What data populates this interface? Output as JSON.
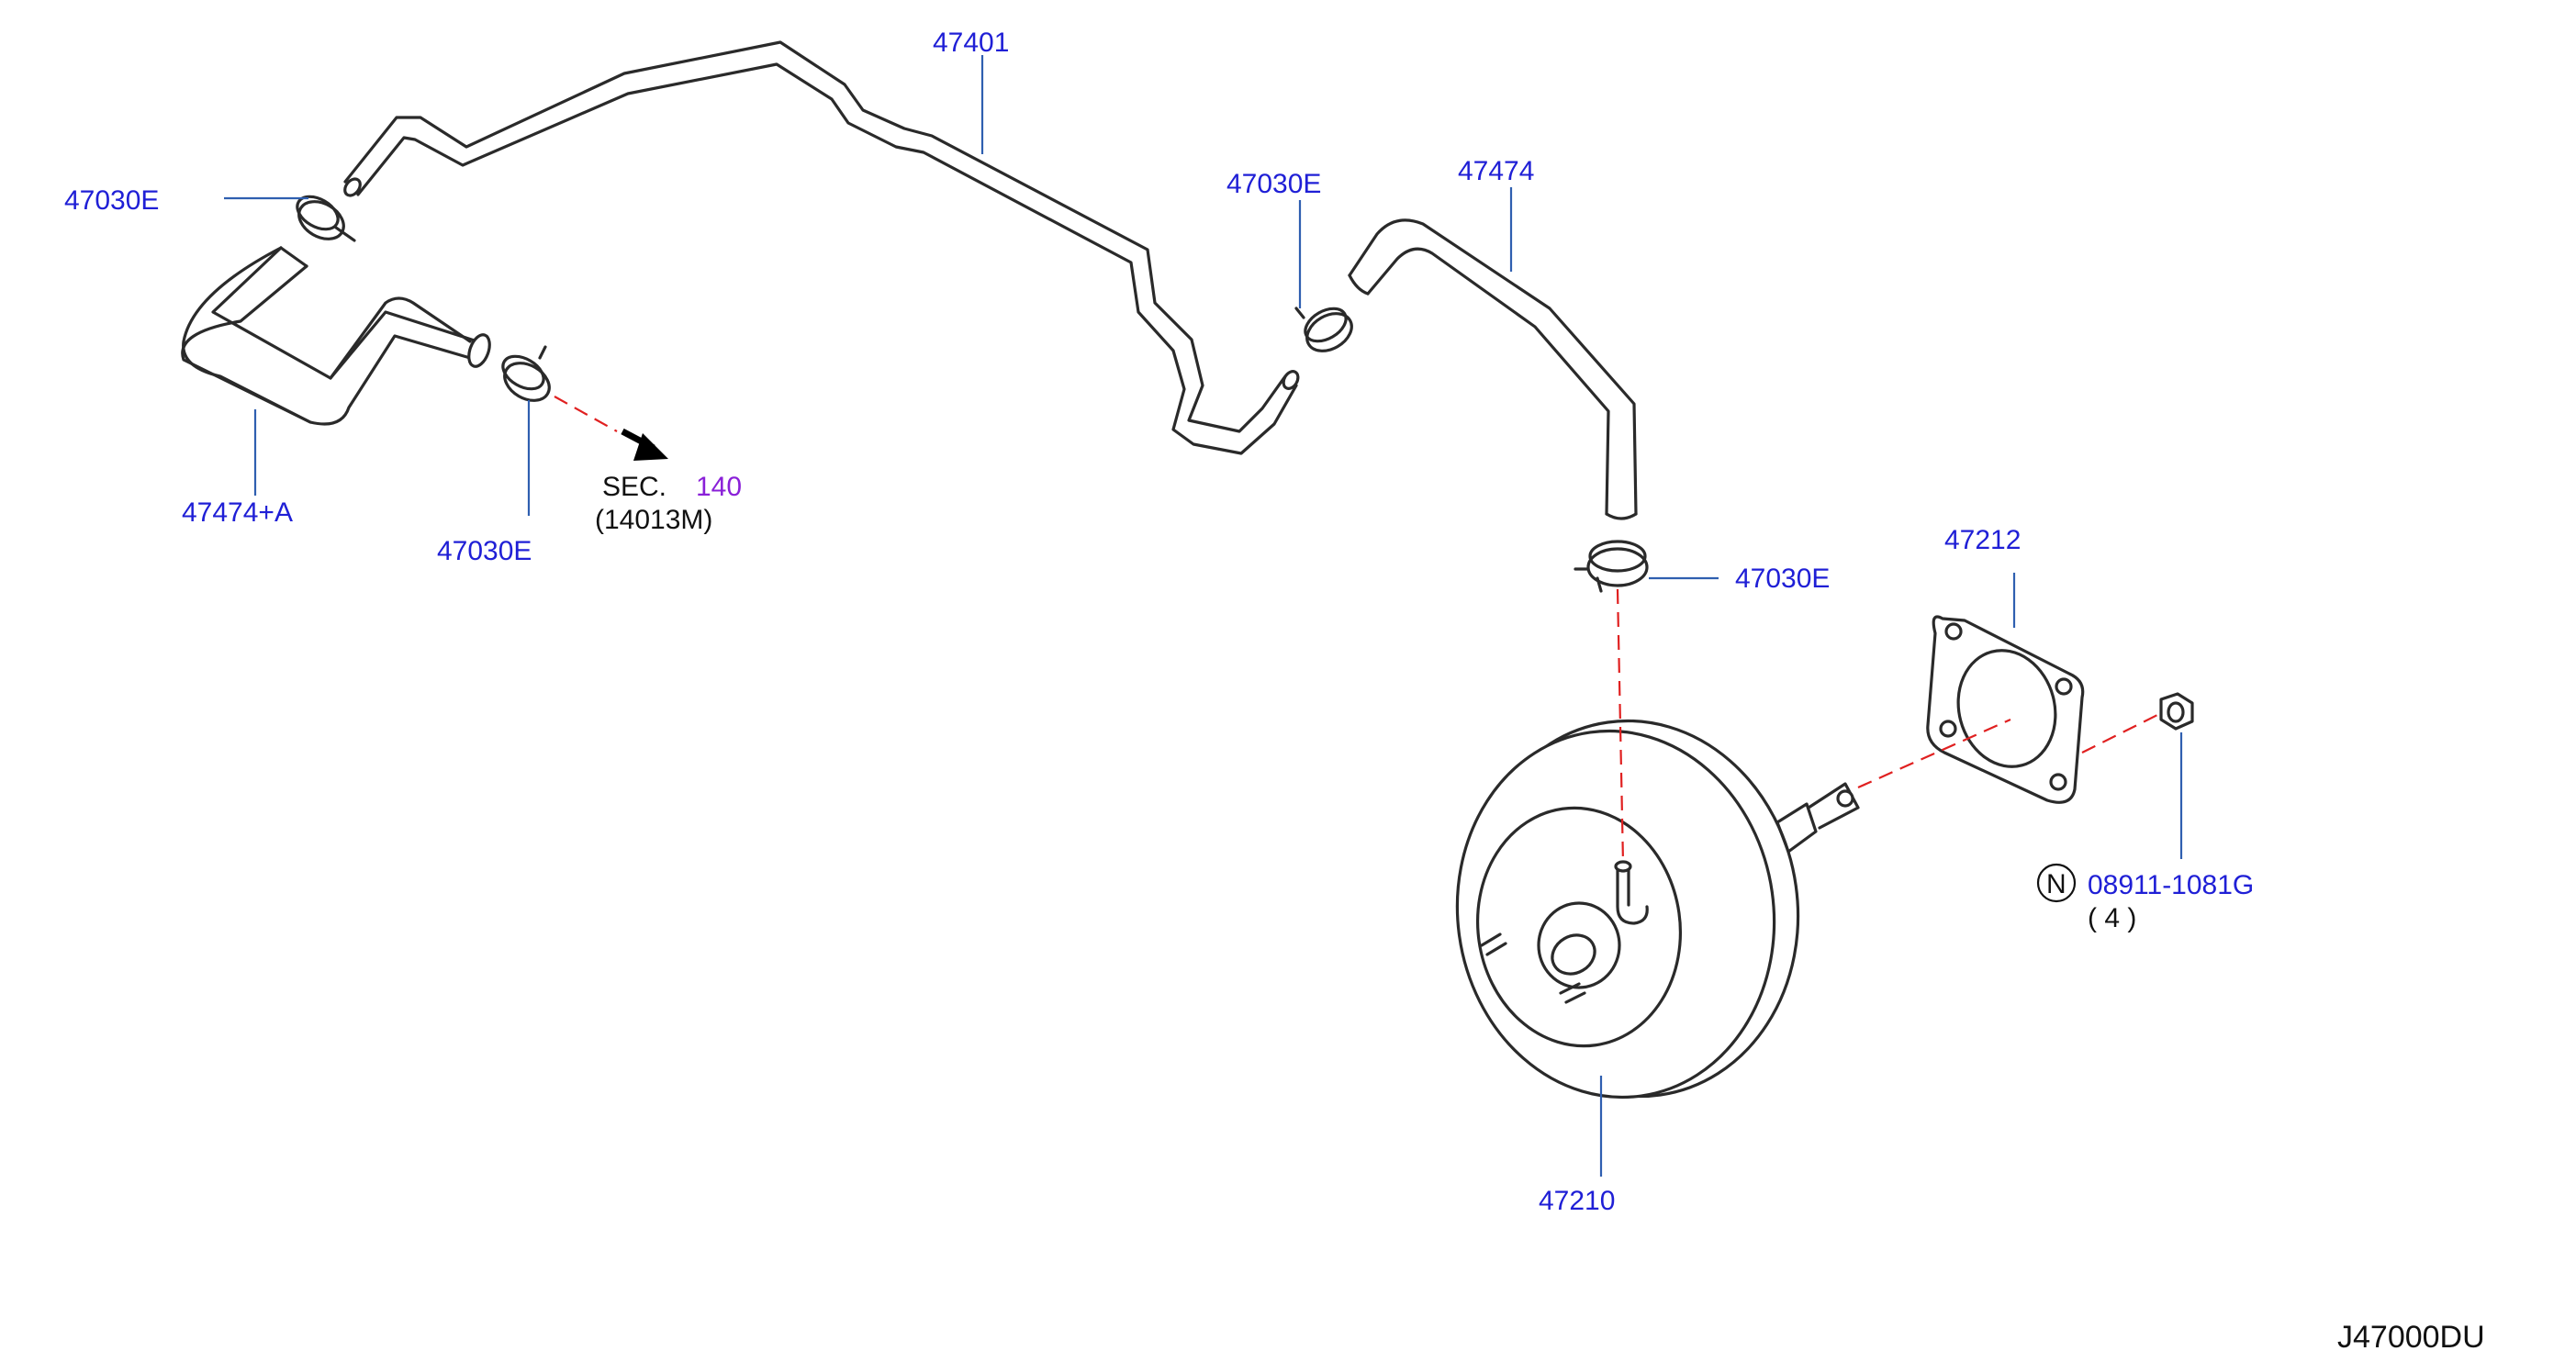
{
  "diagram_code": "J47000DU",
  "labels": {
    "hose_main": "47401",
    "hose_right": "47474",
    "hose_left": "47474+A",
    "clamp_left_top": "47030E",
    "clamp_left_bottom": "47030E",
    "clamp_mid": "47030E",
    "clamp_right": "47030E",
    "gasket": "47212",
    "booster": "47210",
    "nut_part": "08911-1081G",
    "nut_qty": "( 4 )",
    "nut_marker": "N"
  },
  "section_ref": {
    "prefix": "SEC.",
    "number": "140",
    "sub": "(14013M)"
  },
  "colors": {
    "label": "#1f1fd6",
    "leader": "#2f5fb0",
    "dashed_guide": "#e02020",
    "section_number": "#8a20d8",
    "part_outline": "#2a2a2a"
  }
}
